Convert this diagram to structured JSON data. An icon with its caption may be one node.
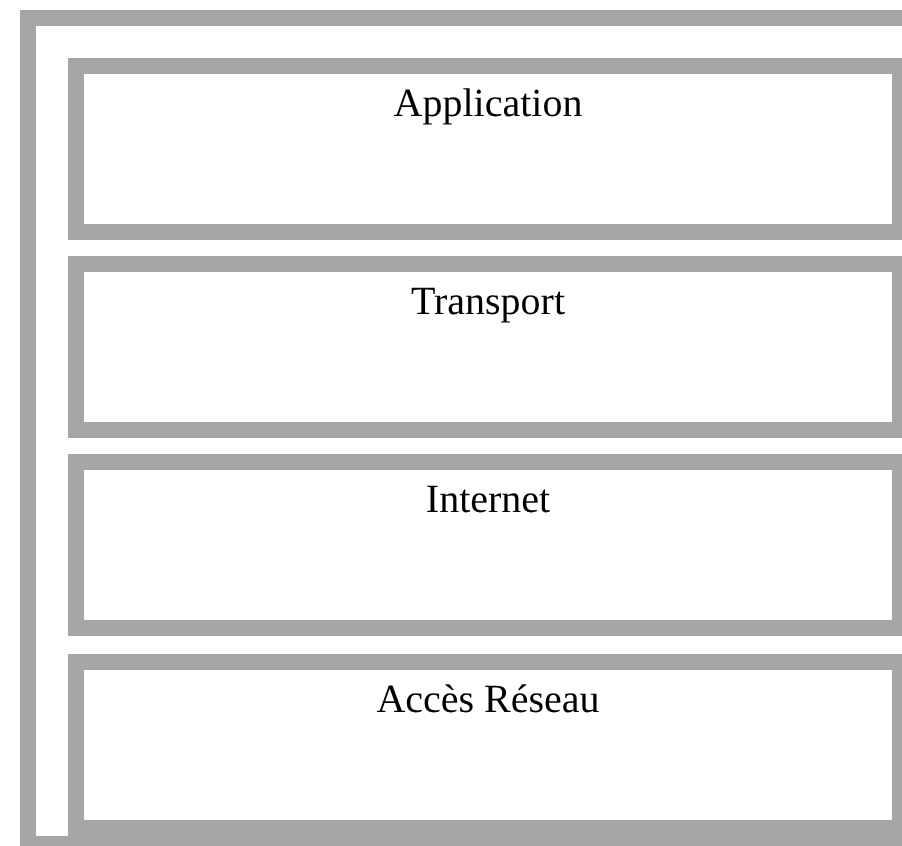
{
  "diagram": {
    "nodes": [
      {
        "text": [],
        "shape": "box"
      },
      {
        "text": [
          "Application"
        ],
        "in": 0
      },
      {
        "text": [
          "Transport"
        ],
        "in": 0
      },
      {
        "text": [
          "Internet"
        ],
        "in": 0
      },
      {
        "text": [
          "Accès Réseau"
        ],
        "in": 0
      }
    ],
    "edges": []
  }
}
